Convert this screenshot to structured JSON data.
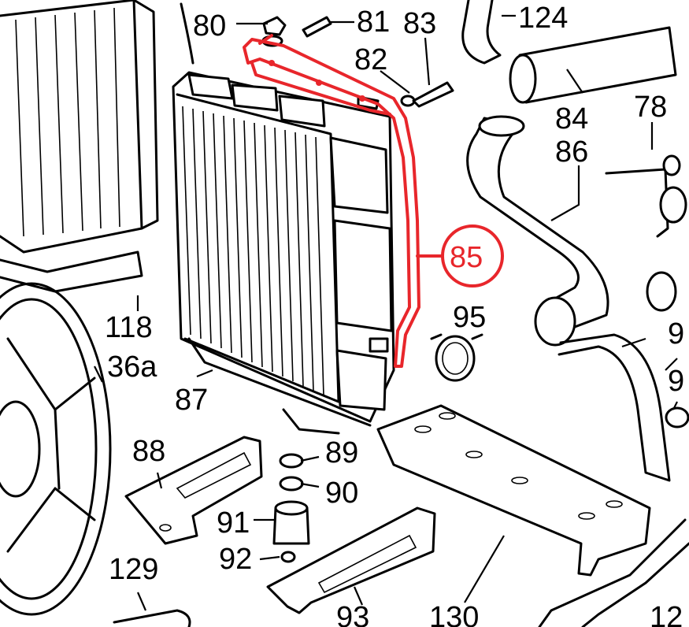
{
  "diagram": {
    "highlight_color": "#e8262b",
    "highlighted_part": "85",
    "callouts": {
      "c80": "80",
      "c81": "81",
      "c83": "83",
      "c124": "124",
      "c82": "82",
      "c84": "84",
      "c78": "78",
      "c86": "86",
      "c85": "85",
      "c95": "95",
      "c9a": "9",
      "c9b": "9",
      "c118": "118",
      "c36a": "36a",
      "c87": "87",
      "c88": "88",
      "c89": "89",
      "c90": "90",
      "c91": "91",
      "c92": "92",
      "c129": "129",
      "c93": "93",
      "c130": "130",
      "c12": "12"
    }
  }
}
